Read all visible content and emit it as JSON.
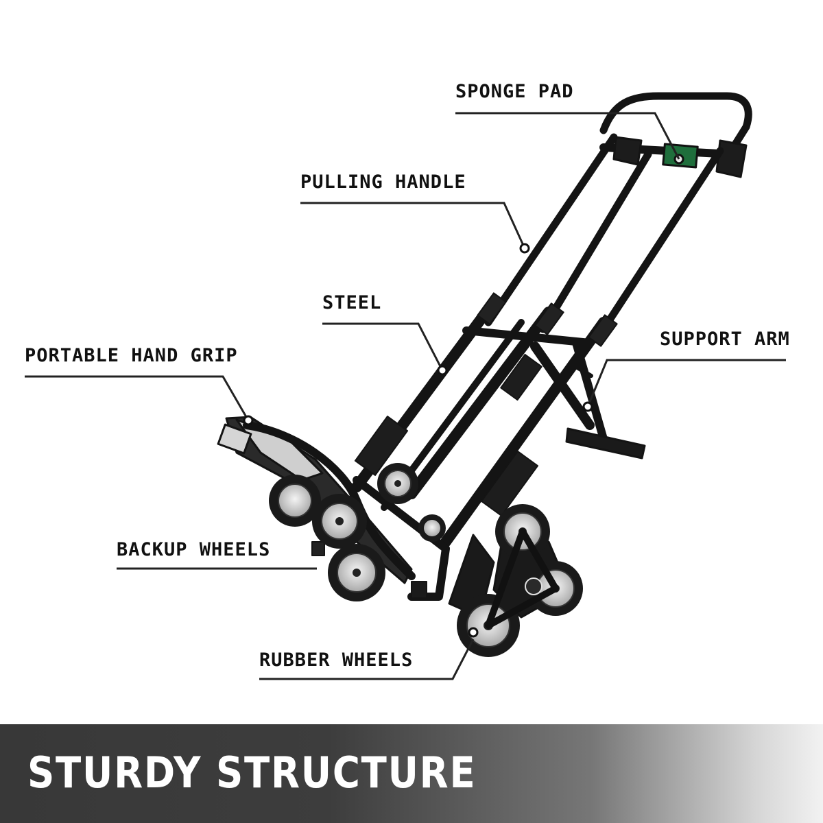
{
  "callouts": {
    "sponge_pad": "SPONGE PAD",
    "pulling_handle": "PULLING HANDLE",
    "steel": "STEEL",
    "portable_hand_grip": "PORTABLE HAND GRIP",
    "support_arm": "SUPPORT ARM",
    "backup_wheels": "BACKUP WHEELS",
    "rubber_wheels": "RUBBER WHEELS"
  },
  "banner": {
    "title": "STURDY STRUCTURE"
  },
  "colors": {
    "frame": "#141414",
    "tire": "#1a1a1a",
    "rim": "#c9c9c9",
    "accent_green": "#1f6e3c",
    "banner_dark": "#383838",
    "label": "#111111"
  }
}
